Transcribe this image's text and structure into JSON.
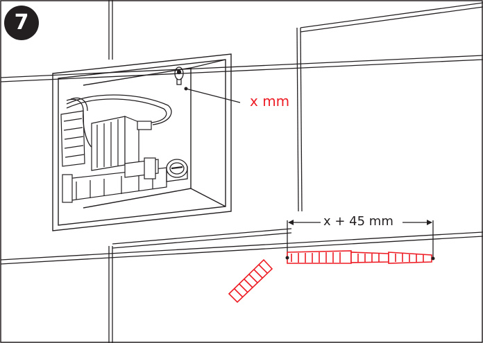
{
  "step": {
    "number": "7"
  },
  "labels": {
    "wall_depth": "x mm",
    "rod_length": "x + 45 mm"
  },
  "colors": {
    "line": "#231f20",
    "accent": "#ed1c24",
    "background": "#ffffff"
  }
}
